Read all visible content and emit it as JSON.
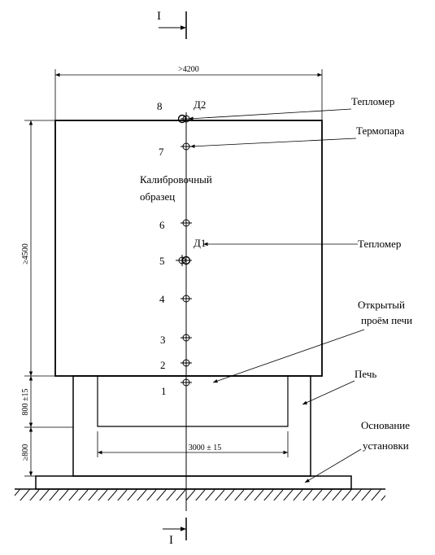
{
  "section_marks": {
    "top": "I",
    "bottom": "I"
  },
  "dimensions": {
    "overall_width": ">4200",
    "specimen_height": "≥4500",
    "furnace_height": "800 ±15",
    "base_height": "≥800",
    "opening_width": "3000 ± 15"
  },
  "labels": {
    "calibration_sample_line1": "Калибровочный",
    "calibration_sample_line2": "образец",
    "heat_meter_top": "Тепломер",
    "thermocouple": "Термопара",
    "heat_meter_mid": "Тепломер",
    "open_opening_line1": "Открытый",
    "open_opening_line2": "проём печи",
    "furnace": "Печь",
    "base_line1": "Основание",
    "base_line2": "установки",
    "d2": "Д2",
    "d1": "Д1"
  },
  "measurement_points": [
    {
      "label": "1"
    },
    {
      "label": "2"
    },
    {
      "label": "3"
    },
    {
      "label": "4"
    },
    {
      "label": "5"
    },
    {
      "label": "6"
    },
    {
      "label": "7"
    },
    {
      "label": "8"
    }
  ]
}
